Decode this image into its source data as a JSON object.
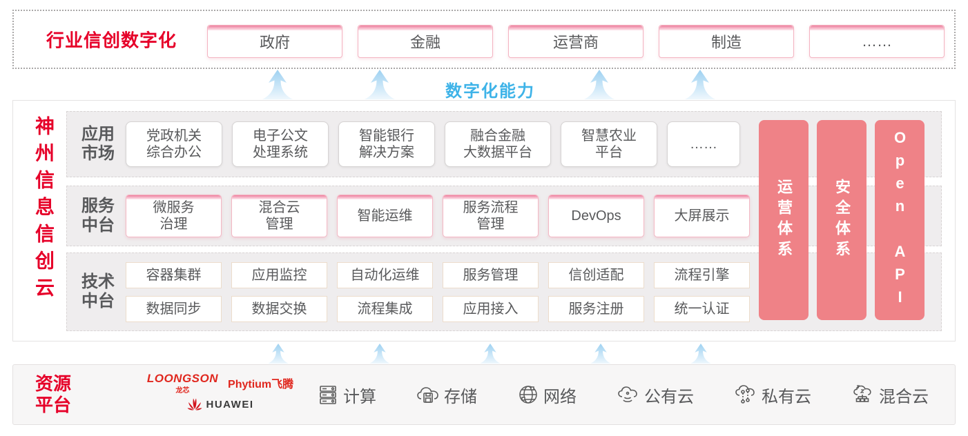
{
  "top_banner": {
    "label": "行业信创数字化",
    "items": [
      "政府",
      "金融",
      "运营商",
      "制造",
      "……"
    ]
  },
  "capability_label": "数字化能力",
  "platform": {
    "title_vertical": "神州信息信创云",
    "app_row": {
      "label": "应用\n市场",
      "items": [
        [
          "党政机关",
          "综合办公"
        ],
        [
          "电子公文",
          "处理系统"
        ],
        [
          "智能银行",
          "解决方案"
        ],
        [
          "融合金融",
          "大数据平台"
        ],
        [
          "智慧农业",
          "平台"
        ],
        [
          "……"
        ]
      ]
    },
    "service_row": {
      "label": "服务\n中台",
      "items": [
        [
          "微服务",
          "治理"
        ],
        [
          "混合云",
          "管理"
        ],
        [
          "智能运维"
        ],
        [
          "服务流程",
          "管理"
        ],
        [
          "DevOps"
        ],
        [
          "大屏展示"
        ]
      ]
    },
    "tech_row": {
      "label": "技术\n中台",
      "line1": [
        "容器集群",
        "应用监控",
        "自动化运维",
        "服务管理",
        "信创适配",
        "流程引擎"
      ],
      "line2": [
        "数据同步",
        "数据交换",
        "流程集成",
        "应用接入",
        "服务注册",
        "统一认证"
      ]
    },
    "side_bars": [
      "运营体系",
      "安全体系",
      "Open API"
    ]
  },
  "resource": {
    "label": "资源\n平台",
    "vendors": {
      "loongson": "LOONGSON",
      "loongson_sub": "龙芯",
      "phytium": "Phytium飞腾",
      "huawei": "HUAWEI"
    },
    "items": [
      {
        "icon": "compute-icon",
        "label": "计算"
      },
      {
        "icon": "storage-icon",
        "label": "存储"
      },
      {
        "icon": "network-icon",
        "label": "网络"
      },
      {
        "icon": "public-cloud-icon",
        "label": "公有云"
      },
      {
        "icon": "private-cloud-icon",
        "label": "私有云"
      },
      {
        "icon": "hybrid-cloud-icon",
        "label": "混合云"
      }
    ]
  },
  "colors": {
    "accent_red": "#e60029",
    "bar_pink": "#ef8287",
    "capability_blue": "#3eb3e8",
    "text_gray": "#58595b"
  }
}
